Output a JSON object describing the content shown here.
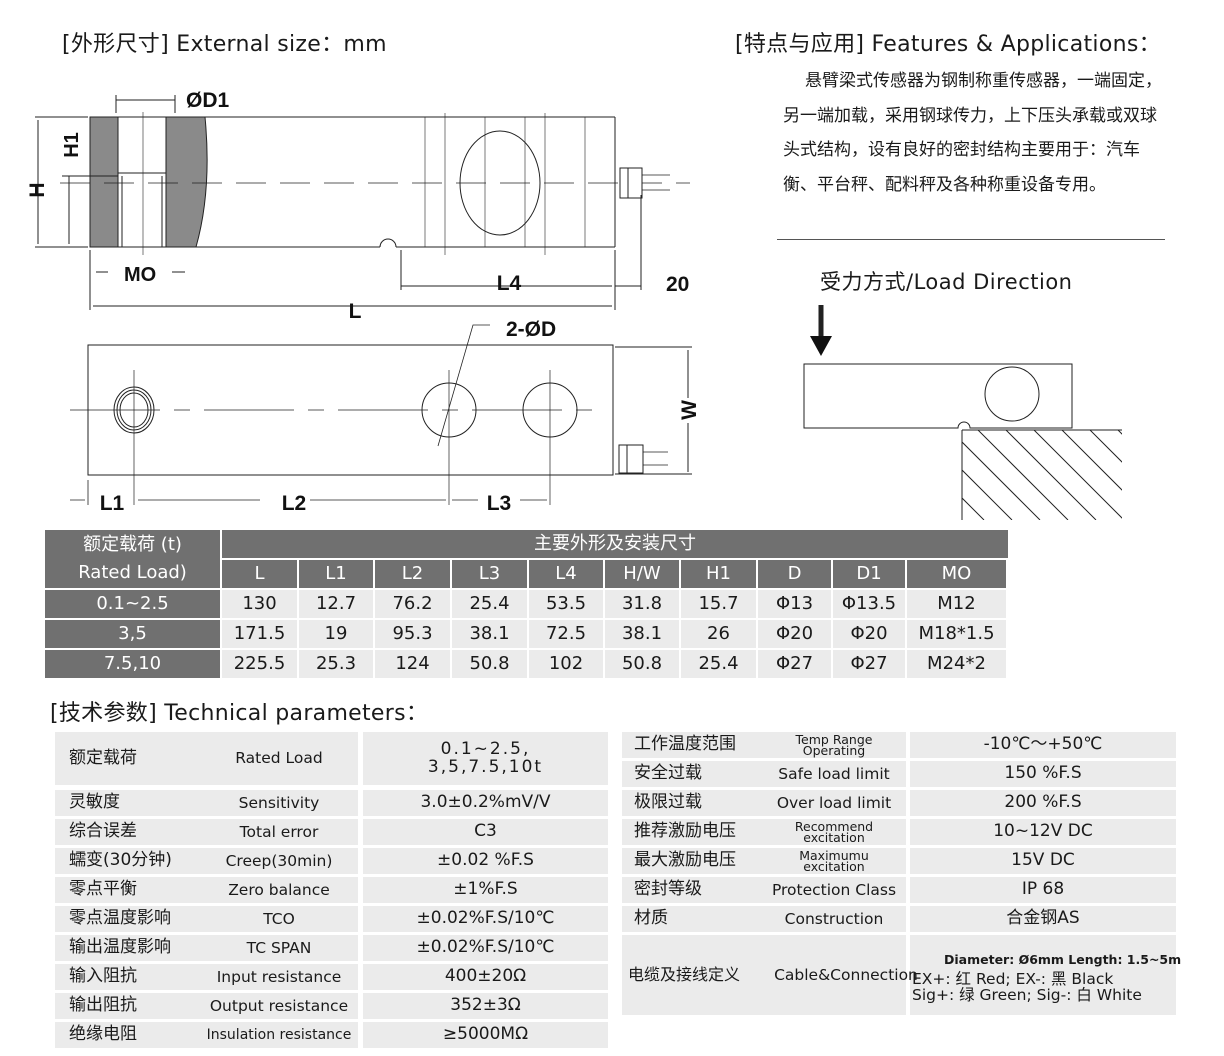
{
  "external": {
    "title": "[外形尺寸] External size：mm"
  },
  "features": {
    "title": "[特点与应用] Features & Applications：",
    "text": "悬臂梁式传感器为钢制称重传感器，一端固定，另一端加载，采用钢球传力，上下压头承载或双球头式结构，设有良好的密封结构主要用于：汽车衡、平台秤、配料秤及各种称重设备专用。"
  },
  "load_direction": {
    "title": "受力方式/Load Direction"
  },
  "drawing_labels": {
    "D1": "ØD1",
    "H": "H",
    "H1": "H1",
    "MO": "MO",
    "L4": "L4",
    "twenty": "20",
    "L": "L",
    "D": "2-ØD",
    "W": "W",
    "L1": "L1",
    "L2": "L2",
    "L3": "L3"
  },
  "dim_table": {
    "rated_zh": "额定载荷 (t)",
    "rated_en": "Rated Load)",
    "group_header": "主要外形及安装尺寸",
    "columns": [
      "L",
      "L1",
      "L2",
      "L3",
      "L4",
      "H/W",
      "H1",
      "D",
      "D1",
      "MO"
    ],
    "rows": [
      {
        "load": "0.1~2.5",
        "values": [
          "130",
          "12.7",
          "76.2",
          "25.4",
          "53.5",
          "31.8",
          "15.7",
          "Φ13",
          "Φ13.5",
          "M12"
        ]
      },
      {
        "load": "3,5",
        "values": [
          "171.5",
          "19",
          "95.3",
          "38.1",
          "72.5",
          "38.1",
          "26",
          "Φ20",
          "Φ20",
          "M18*1.5"
        ]
      },
      {
        "load": "7.5,10",
        "values": [
          "225.5",
          "25.3",
          "124",
          "50.8",
          "102",
          "50.8",
          "25.4",
          "Φ27",
          "Φ27",
          "M24*2"
        ]
      }
    ]
  },
  "tech": {
    "title": "[技术参数] Technical parameters：",
    "left": [
      {
        "zh": "额定载荷",
        "en": "Rated Load",
        "value": "0.1~2.5,\n3,5,7.5,10t"
      },
      {
        "zh": "灵敏度",
        "en": "Sensitivity",
        "value": "3.0±0.2%mV/V"
      },
      {
        "zh": "综合误差",
        "en": "Total error",
        "value": "C3"
      },
      {
        "zh": "蠕变(30分钟)",
        "en": "Creep(30min)",
        "value": "±0.02 %F.S"
      },
      {
        "zh": "零点平衡",
        "en": "Zero balance",
        "value": "±1%F.S"
      },
      {
        "zh": "零点温度影响",
        "en": "TCO",
        "value": "±0.02%F.S/10℃"
      },
      {
        "zh": "输出温度影响",
        "en": "TC SPAN",
        "value": "±0.02%F.S/10℃"
      },
      {
        "zh": "输入阻抗",
        "en": "Input resistance",
        "value": "400±20Ω"
      },
      {
        "zh": "输出阻抗",
        "en": "Output resistance",
        "value": "352±3Ω"
      },
      {
        "zh": "绝缘电阻",
        "en": "Insulation resistance",
        "value": "≥5000MΩ"
      }
    ],
    "right": [
      {
        "zh": "工作温度范围",
        "en": "Temp Range\nOperating",
        "value": "-10℃～+50℃"
      },
      {
        "zh": "安全过载",
        "en": "Safe load limit",
        "value": "150 %F.S"
      },
      {
        "zh": "极限过载",
        "en": "Over load limit",
        "value": "200 %F.S"
      },
      {
        "zh": "推荐激励电压",
        "en": "Recommend\nexcitation",
        "value": "10~12V  DC"
      },
      {
        "zh": "最大激励电压",
        "en": "Maximumu\nexcitation",
        "value": "15V    DC"
      },
      {
        "zh": "密封等级",
        "en": "Protection Class",
        "value": "IP 68"
      },
      {
        "zh": "材质",
        "en": "Construction",
        "value": "合金钢AS"
      }
    ],
    "cable": {
      "zh": "电缆及接线定义",
      "en": "Cable&Connection",
      "diameter": "Diameter: Ø6mm  Length: 1.5~5m",
      "line1": "EX+: 红  Red; EX-: 黑  Black",
      "line2": "Sig+: 绿 Green; Sig-: 白 White"
    }
  }
}
